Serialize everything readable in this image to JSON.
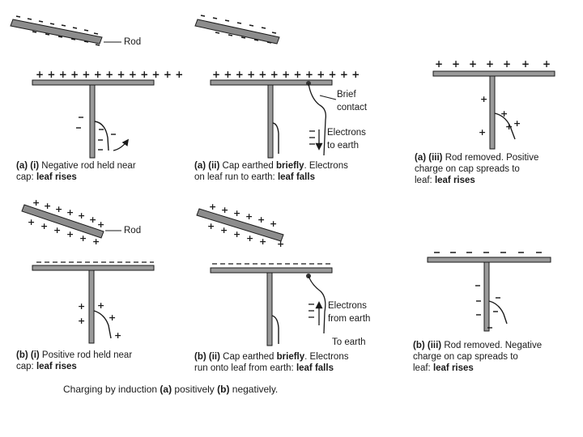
{
  "labels": {
    "rod": "Rod",
    "brief_contact_1": "Brief",
    "brief_contact_2": "contact",
    "electrons_to_earth_1": "Electrons",
    "electrons_to_earth_2": "to earth",
    "electrons_from_earth_1": "Electrons",
    "electrons_from_earth_2": "from earth",
    "to_earth": "To earth"
  },
  "captions": {
    "a_i": {
      "tag": "(a) (i)",
      "text1": " Negative rod held near",
      "text2": "cap: ",
      "bold": "leaf rises"
    },
    "a_ii": {
      "tag": "(a) (ii)",
      "text1": " Cap earthed ",
      "bold1": "briefly",
      "text1b": ". Electrons",
      "text2": "on leaf run to earth: ",
      "bold2": "leaf falls"
    },
    "a_iii": {
      "tag": "(a) (iii)",
      "text1": " Rod removed. Positive",
      "text2": "charge on cap spreads to",
      "text3": "leaf: ",
      "bold": "leaf rises"
    },
    "b_i": {
      "tag": "(b) (i)",
      "text1": " Positive rod held near",
      "text2": "cap: ",
      "bold": "leaf rises"
    },
    "b_ii": {
      "tag": "(b) (ii)",
      "text1": " Cap earthed ",
      "bold1": "briefly",
      "text1b": ". Electrons",
      "text2": "run onto leaf from earth: ",
      "bold2": "leaf falls"
    },
    "b_iii": {
      "tag": "(b) (iii)",
      "text1": " Rod removed. Negative",
      "text2": "charge on cap spreads to",
      "text3": "leaf: ",
      "bold": "leaf rises"
    }
  },
  "footer": {
    "text": "Charging by induction ",
    "a_tag": "(a)",
    "a_text": " positively ",
    "b_tag": "(b)",
    "b_text": " negatively."
  },
  "colors": {
    "ink": "#1a1a1a",
    "metal": "#9a9a9a",
    "rod": "#8c8c8c"
  }
}
